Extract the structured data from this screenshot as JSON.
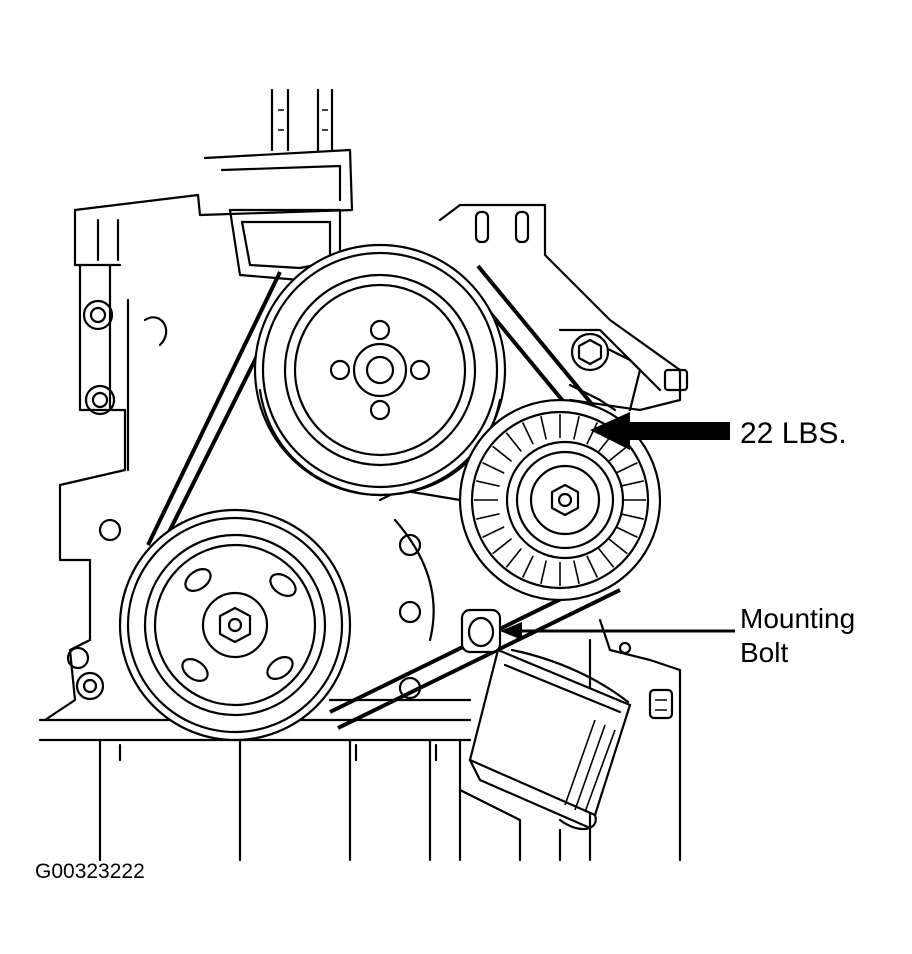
{
  "labels": {
    "tension": "22 LBS.",
    "mounting_bolt_line1": "Mounting",
    "mounting_bolt_line2": "Bolt",
    "figure_id": "G00323222"
  }
}
